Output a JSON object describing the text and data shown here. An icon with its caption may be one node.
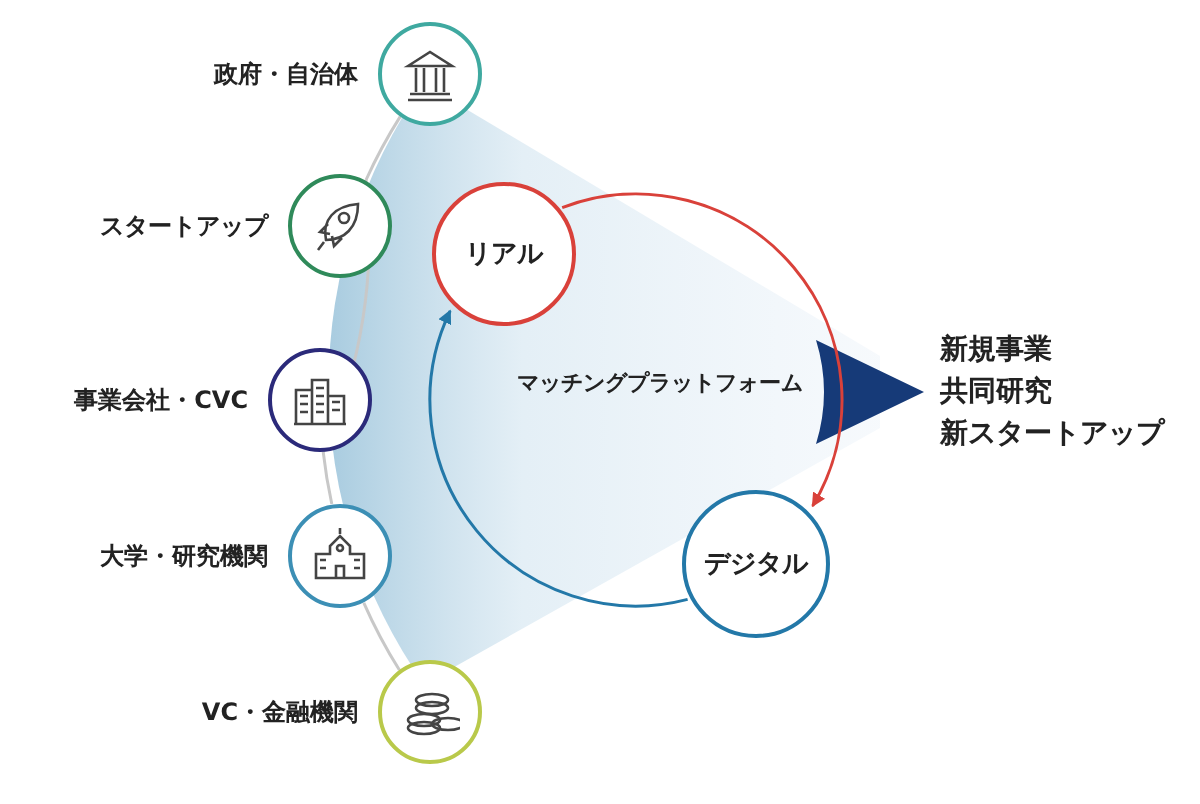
{
  "diagram": {
    "nodes": [
      {
        "text": [
          "政府・自治体"
        ]
      },
      {
        "text": [
          "スタートアップ"
        ]
      },
      {
        "text": [
          "事業会社・CVC"
        ]
      },
      {
        "text": [
          "大学・研究機関"
        ]
      },
      {
        "text": [
          "VC・金融機関"
        ]
      },
      {
        "text": [
          "リアル"
        ]
      },
      {
        "text": [
          "デジタル"
        ]
      },
      {
        "text": [
          "新規事業",
          "共同研究",
          "新スタートアップ"
        ]
      }
    ],
    "edges": [
      {
        "from": 0,
        "to": 1,
        "arrow": "none",
        "color": "#c8c8c8"
      },
      {
        "from": 1,
        "to": 2,
        "arrow": "none",
        "color": "#c8c8c8"
      },
      {
        "from": 2,
        "to": 3,
        "arrow": "none",
        "color": "#c8c8c8"
      },
      {
        "from": 3,
        "to": 4,
        "arrow": "none",
        "color": "#c8c8c8"
      },
      {
        "from": 5,
        "to": 6,
        "arrow": "to",
        "color": "#d9413a"
      },
      {
        "from": 6,
        "to": 5,
        "arrow": "to",
        "color": "#2378a8"
      },
      {
        "from": null,
        "to": 7,
        "arrow": "to",
        "color": "#163a78"
      }
    ],
    "labels": [
      "マッチングプラットフォーム"
    ]
  }
}
